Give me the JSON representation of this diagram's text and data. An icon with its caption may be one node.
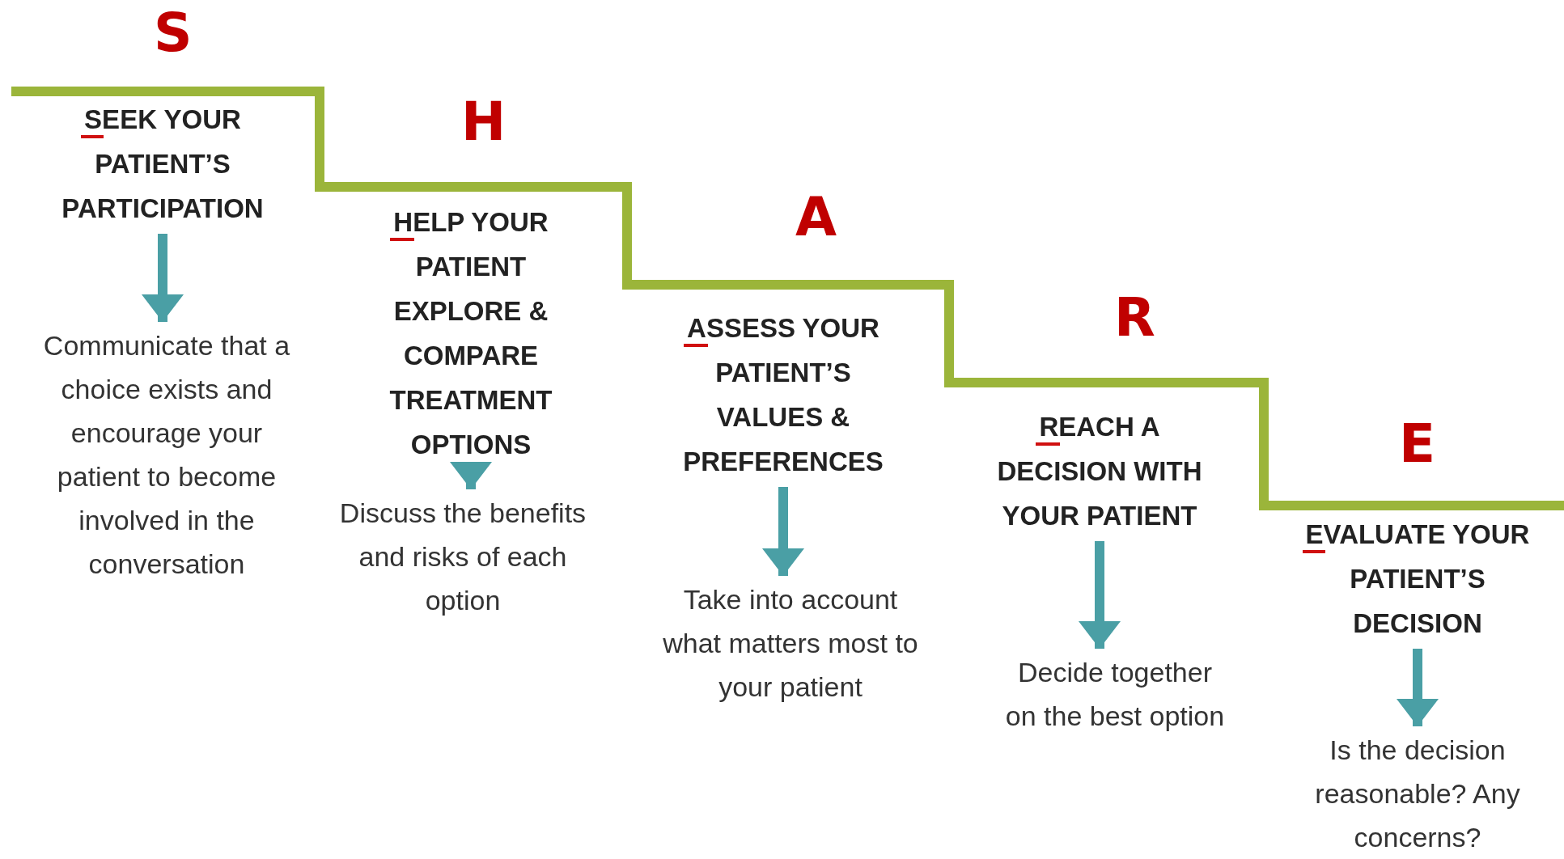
{
  "diagram": {
    "nodes": [
      {
        "text": [
          "SEEK YOUR PATIENT’S PARTICIPATION"
        ]
      },
      {
        "text": [
          "Communicate that a choice exists and encourage your patient to become involved in the conversation"
        ]
      },
      {
        "text": [
          "HELP YOUR PATIENT EXPLORE & COMPARE TREATMENT OPTIONS"
        ]
      },
      {
        "text": [
          "Discuss the benefits and risks of each option"
        ]
      },
      {
        "text": [
          "ASSESS YOUR PATIENT’S VALUES & PREFERENCES"
        ]
      },
      {
        "text": [
          "Take into account what matters most to your patient"
        ]
      },
      {
        "text": [
          "REACH A DECISION WITH YOUR PATIENT"
        ]
      },
      {
        "text": [
          "Decide together on the best option"
        ]
      },
      {
        "text": [
          "EVALUATE YOUR PATIENT’S DECISION"
        ]
      },
      {
        "text": [
          "Is the decision reasonable? Any concerns?"
        ]
      }
    ],
    "edges": [
      {
        "from": 0,
        "to": 1,
        "arrow": "to"
      },
      {
        "from": 2,
        "to": 3,
        "arrow": "to"
      },
      {
        "from": 4,
        "to": 5,
        "arrow": "to"
      },
      {
        "from": 6,
        "to": 7,
        "arrow": "to"
      },
      {
        "from": 8,
        "to": 9,
        "arrow": "to"
      }
    ],
    "labels": [
      "S",
      "H",
      "A",
      "R",
      "E"
    ]
  }
}
